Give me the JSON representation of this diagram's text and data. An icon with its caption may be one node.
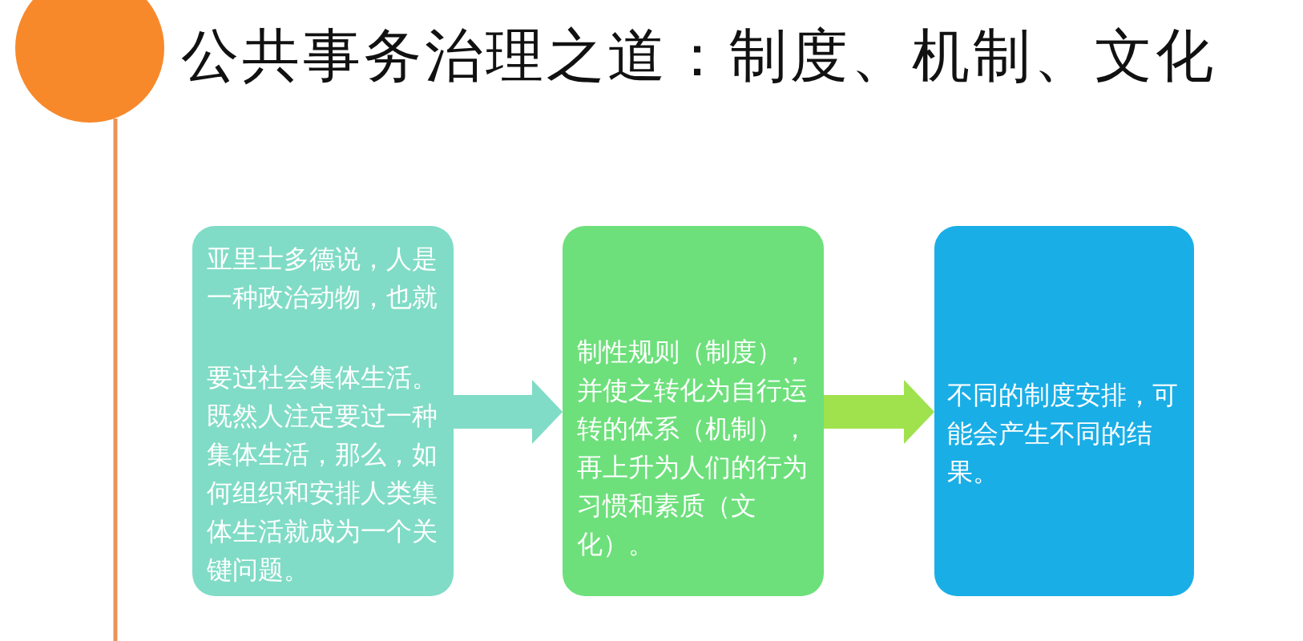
{
  "diagram": {
    "title": "公共事务治理之道：制度、机制、文化",
    "nodes": [
      {
        "text": [
          "亚里士多德说，人是一种政治动物，也就",
          "要过社会集体生活。既然人注定要过一种集体生活，那么，如何组织和安排人类集体生活就成为一个关键问题。"
        ]
      },
      {
        "text": [
          "制性规则（制度），并使之转化为自行运转的体系（机制），再上升为人们的行为习惯和素质（文化）。"
        ]
      },
      {
        "text": [
          "不同的制度安排，可能会产生不同的结果。"
        ]
      }
    ],
    "edges": [
      {
        "from": 0,
        "to": 1,
        "arrow": "to",
        "color": "#80dcc6"
      },
      {
        "from": 1,
        "to": 2,
        "arrow": "to",
        "color": "#a0e24e"
      }
    ]
  }
}
